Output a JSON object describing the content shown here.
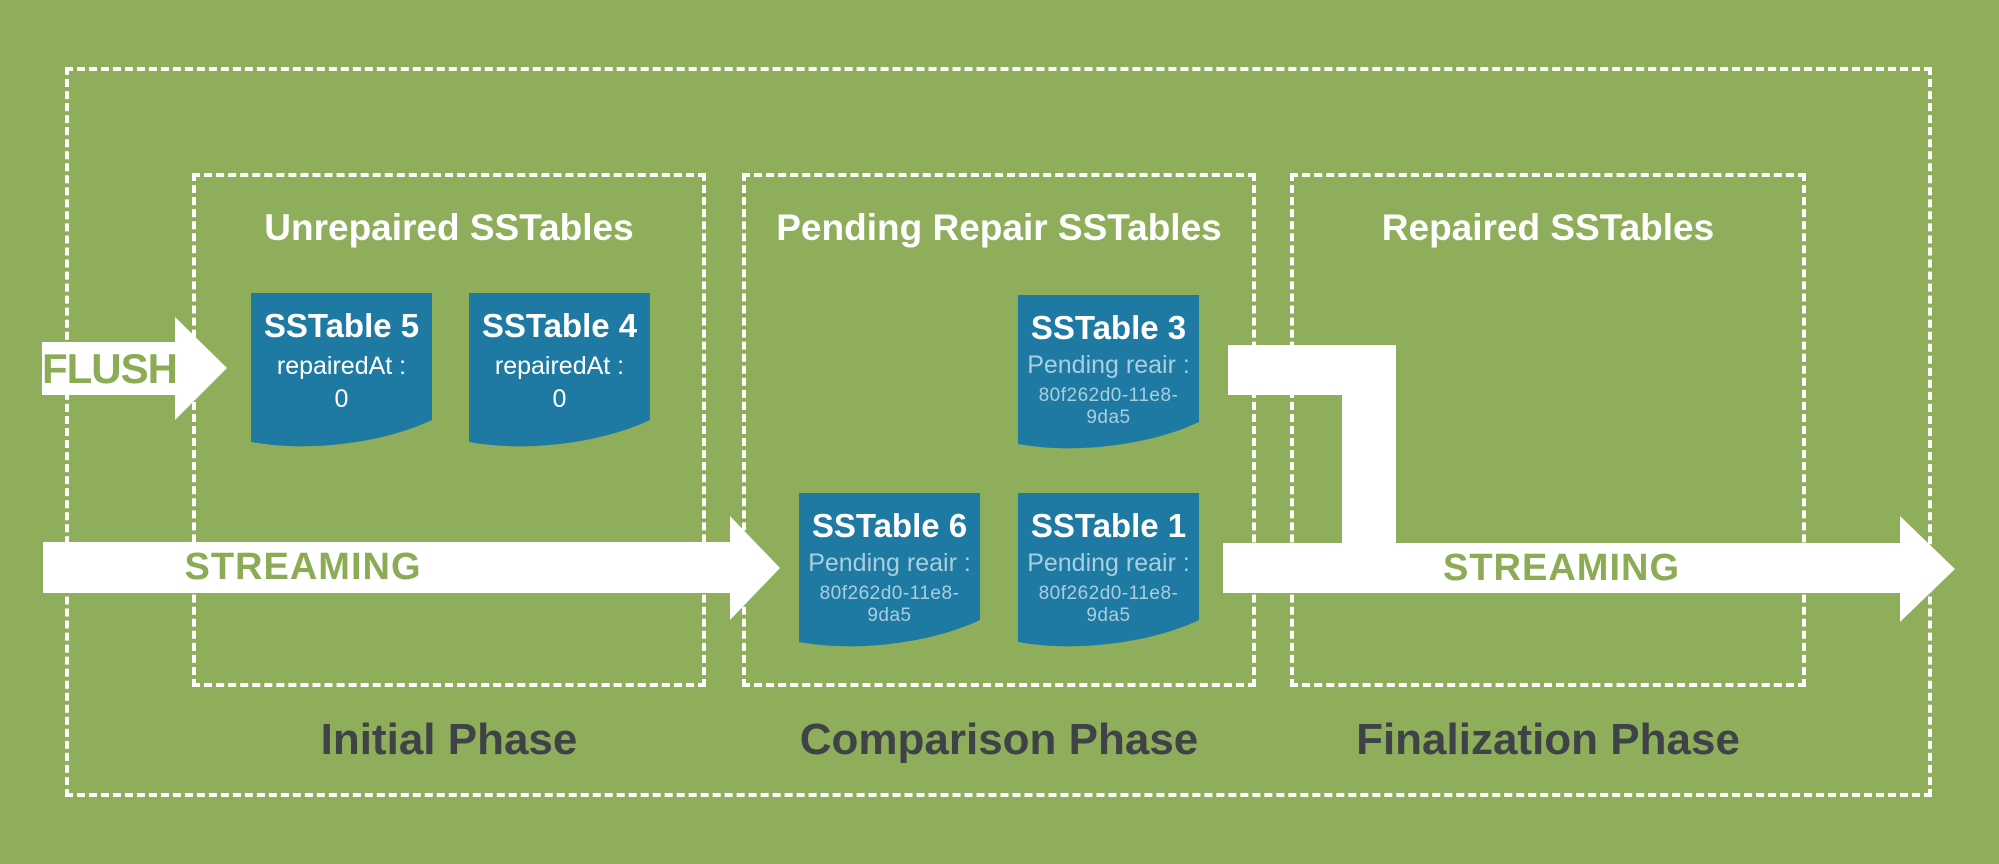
{
  "colors": {
    "background": "#8FAE5B",
    "card": "#1E7AA3",
    "arrow_fill": "#FFFFFF",
    "arrow_text": "#8BAC55",
    "border": "#FFFFFF",
    "section_title": "#FFFFFF",
    "card_subtext": "#A9CEDF",
    "phase_label": "#3F4347"
  },
  "sections": [
    {
      "title": "Unrepaired SSTables",
      "phase_label": "Initial Phase"
    },
    {
      "title": "Pending Repair SSTables",
      "phase_label": "Comparison Phase"
    },
    {
      "title": "Repaired SSTables",
      "phase_label": "Finalization Phase"
    }
  ],
  "cards": [
    {
      "title": "SSTable 5",
      "sub": "repairedAt :",
      "value": "0"
    },
    {
      "title": "SSTable 4",
      "sub": "repairedAt :",
      "value": "0"
    },
    {
      "title": "SSTable 3",
      "sub": "Pending reair :",
      "value": "80f262d0-11e8-9da5"
    },
    {
      "title": "SSTable 6",
      "sub": "Pending reair :",
      "value": "80f262d0-11e8-9da5"
    },
    {
      "title": "SSTable 1",
      "sub": "Pending reair :",
      "value": "80f262d0-11e8-9da5"
    }
  ],
  "arrows": {
    "flush_label": "FLUSH",
    "streaming_left_label": "STREAMING",
    "streaming_right_label": "STREAMING"
  }
}
